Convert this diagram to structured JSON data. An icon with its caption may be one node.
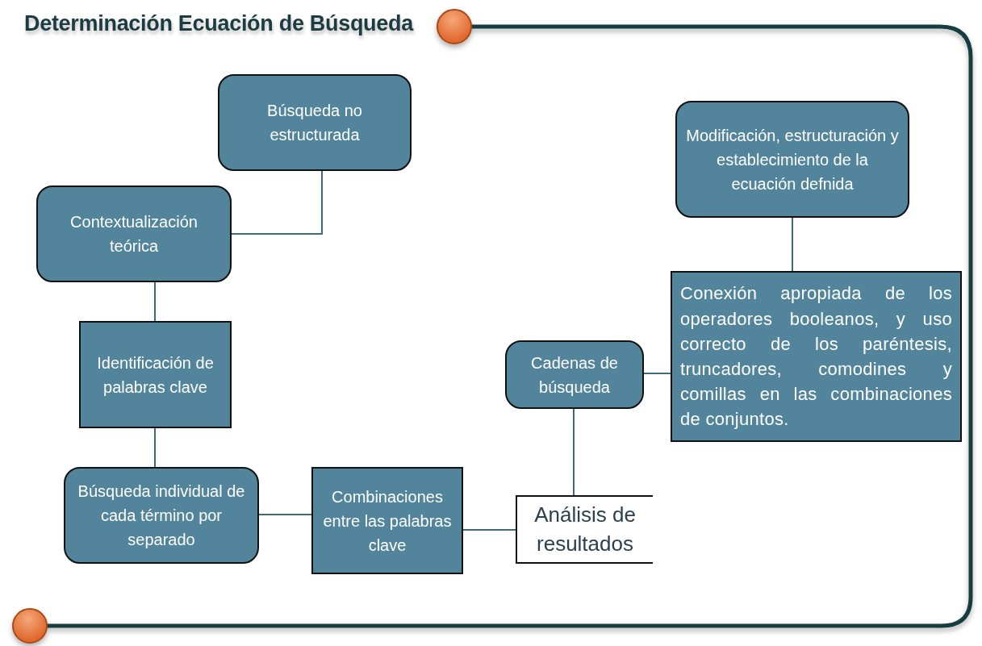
{
  "diagram": {
    "title": "Determinación Ecuación de Búsqueda",
    "nodes": [
      {
        "text": [
          "Búsqueda no estructurada"
        ]
      },
      {
        "text": [
          "Contextualización teórica"
        ]
      },
      {
        "text": [
          "Identificación de palabras clave"
        ]
      },
      {
        "text": [
          "Búsqueda individual de cada término por separado"
        ]
      },
      {
        "text": [
          "Combinaciones entre las palabras clave"
        ]
      },
      {
        "text": [
          "Análisis de resultados"
        ]
      },
      {
        "text": [
          "Cadenas de búsqueda"
        ]
      },
      {
        "text": [
          "Conexión apropiada de los operadores booleanos, y uso correcto de los paréntesis, truncadores, comodines y comillas en las combinaciones de conjuntos."
        ]
      },
      {
        "text": [
          "Modificación, estructuración y establecimiento de la ecuación defnida"
        ]
      }
    ],
    "edges": [
      {
        "from": 0,
        "to": 1,
        "arrow": "none"
      },
      {
        "from": 1,
        "to": 2,
        "arrow": "none"
      },
      {
        "from": 2,
        "to": 3,
        "arrow": "none"
      },
      {
        "from": 3,
        "to": 4,
        "arrow": "none"
      },
      {
        "from": 4,
        "to": 5,
        "arrow": "none"
      },
      {
        "from": 5,
        "to": 6,
        "arrow": "none"
      },
      {
        "from": 6,
        "to": 7,
        "arrow": "none"
      },
      {
        "from": 7,
        "to": 8,
        "arrow": "none"
      }
    ]
  }
}
